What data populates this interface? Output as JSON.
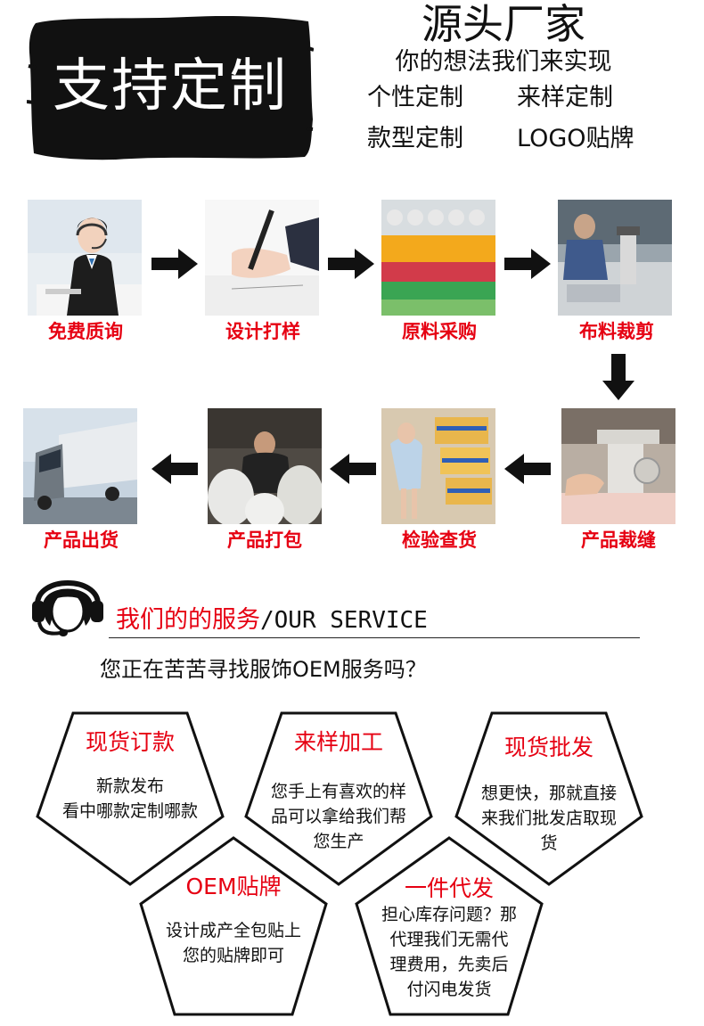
{
  "banner": {
    "badge": "支持定制",
    "title": "源头厂家",
    "subtitle": "你的想法我们来实现",
    "features": [
      "个性定制",
      "来样定制",
      "款型定制",
      "LOGO贴牌"
    ]
  },
  "process": {
    "row1": [
      "免费质询",
      "设计打样",
      "原料采购",
      "布料裁剪"
    ],
    "row2": [
      "产品出货",
      "产品打包",
      "检验查货",
      "产品裁缝"
    ]
  },
  "service": {
    "title_cn": "我们的的服务",
    "title_en": "/OUR SERVICE",
    "question": "您正在苦苦寻找服饰OEM服务吗？",
    "items": [
      {
        "title": "现货订款",
        "lines": [
          "新款发布",
          "看中哪款定制哪款"
        ]
      },
      {
        "title": "来样加工",
        "lines": [
          "您手上有喜欢的样",
          "品可以拿给我们帮",
          "您生产"
        ]
      },
      {
        "title": "现货批发",
        "lines": [
          "想更快，那就直接",
          "来我们批发店取现",
          "货"
        ]
      },
      {
        "title": "OEM贴牌",
        "lines": [
          "设计成产全包贴上",
          "您的贴牌即可"
        ]
      },
      {
        "title": "一件代发",
        "lines": [
          "担心库存问题？那",
          "代理我们无需代",
          "理费用，先卖后",
          "付闪电发货"
        ]
      }
    ]
  },
  "colors": {
    "accent": "#e60012",
    "ink": "#111111"
  }
}
